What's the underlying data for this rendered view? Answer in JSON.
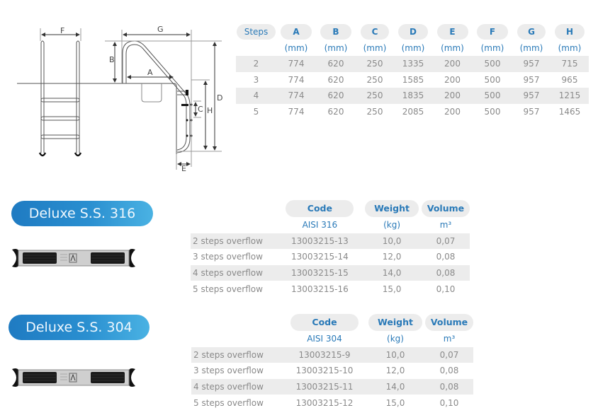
{
  "diagram": {
    "labels": {
      "A": "A",
      "B": "B",
      "C": "C",
      "D": "D",
      "E": "E",
      "F": "F",
      "G": "G",
      "H": "H"
    }
  },
  "dimension_table": {
    "headers": [
      "Steps",
      "A",
      "B",
      "C",
      "D",
      "E",
      "F",
      "G",
      "H"
    ],
    "units": [
      "",
      "(mm)",
      "(mm)",
      "(mm)",
      "(mm)",
      "(mm)",
      "(mm)",
      "(mm)",
      "(mm)"
    ],
    "rows": [
      [
        "2",
        "774",
        "620",
        "250",
        "1335",
        "200",
        "500",
        "957",
        "715"
      ],
      [
        "3",
        "774",
        "620",
        "250",
        "1585",
        "200",
        "500",
        "957",
        "965"
      ],
      [
        "4",
        "774",
        "620",
        "250",
        "1835",
        "200",
        "500",
        "957",
        "1215"
      ],
      [
        "5",
        "774",
        "620",
        "250",
        "2085",
        "200",
        "500",
        "957",
        "1465"
      ]
    ]
  },
  "products": [
    {
      "title": "Deluxe S.S. 316",
      "headers": [
        "Code",
        "Weight",
        "Volume"
      ],
      "units": [
        "AISI 316",
        "(kg)",
        "m³"
      ],
      "rows": [
        [
          "2 steps overflow",
          "13003215-13",
          "10,0",
          "0,07"
        ],
        [
          "3 steps overflow",
          "13003215-14",
          "12,0",
          "0,08"
        ],
        [
          "4 steps overflow",
          "13003215-15",
          "14,0",
          "0,08"
        ],
        [
          "5 steps overflow",
          "13003215-16",
          "15,0",
          "0,10"
        ]
      ]
    },
    {
      "title": "Deluxe S.S. 304",
      "headers": [
        "Code",
        "Weight",
        "Volume"
      ],
      "units": [
        "AISI 304",
        "(kg)",
        "m³"
      ],
      "rows": [
        [
          "2 steps overflow",
          "13003215-9",
          "10,0",
          "0,07"
        ],
        [
          "3 steps overflow",
          "13003215-10",
          "12,0",
          "0,08"
        ],
        [
          "4 steps overflow",
          "13003215-11",
          "14,0",
          "0,08"
        ],
        [
          "5 steps overflow",
          "13003215-12",
          "15,0",
          "0,10"
        ]
      ]
    }
  ],
  "colors": {
    "accent": "#2a7ab8",
    "badge_start": "#1f7bc2",
    "badge_end": "#4ab2e3",
    "row_shade": "#ececec",
    "text": "#8a8a8a"
  }
}
